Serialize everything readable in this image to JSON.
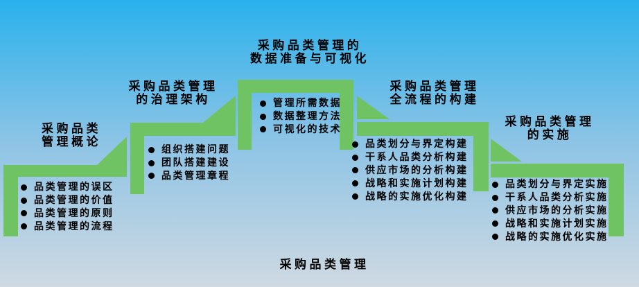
{
  "colors": {
    "step_green": "#70c362",
    "sky_top": "#29b1ec",
    "sky_mid": "#8ec4e5",
    "sky_bottom": "#cfd9e2",
    "text": "#000000"
  },
  "footer": {
    "label": "采购品类管理"
  },
  "stages": [
    {
      "title_lines": [
        "采购品类",
        "管理概论"
      ],
      "bullets": [
        "品类管理的误区",
        "品类管理的价值",
        "品类管理的原则",
        "品类管理的流程"
      ]
    },
    {
      "title_lines": [
        "采购品类管理",
        "的治理架构"
      ],
      "bullets": [
        "组织搭建问题",
        "团队搭建建设",
        "品类管理章程"
      ]
    },
    {
      "title_lines": [
        "采购品类管理的",
        "数据准备与可视化"
      ],
      "bullets": [
        "管理所需数据",
        "数据整理方法",
        "可视化的技术"
      ]
    },
    {
      "title_lines": [
        "采购品类管理",
        "全流程的构建"
      ],
      "bullets": [
        "品类划分与界定构建",
        "干系人品类分析构建",
        "供应市场的分析构建",
        "战略和实施计划构建",
        "战略的实施优化构建"
      ]
    },
    {
      "title_lines": [
        "采购品类管理",
        "的实施"
      ],
      "bullets": [
        "品类划分与界定实施",
        "干系人品类分析实施",
        "供应市场的分析实施",
        "战略和实施计划实施",
        "战略的实施优化实施"
      ]
    }
  ]
}
